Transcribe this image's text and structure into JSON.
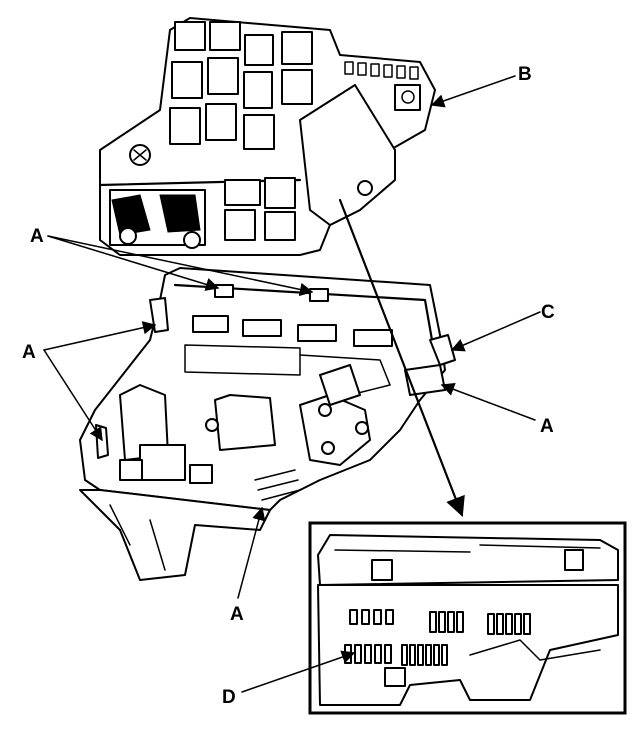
{
  "callouts": {
    "a_upper": "A",
    "b": "B",
    "c": "C",
    "a_left": "A",
    "a_right": "A",
    "a_bottom": "A",
    "d": "D"
  }
}
